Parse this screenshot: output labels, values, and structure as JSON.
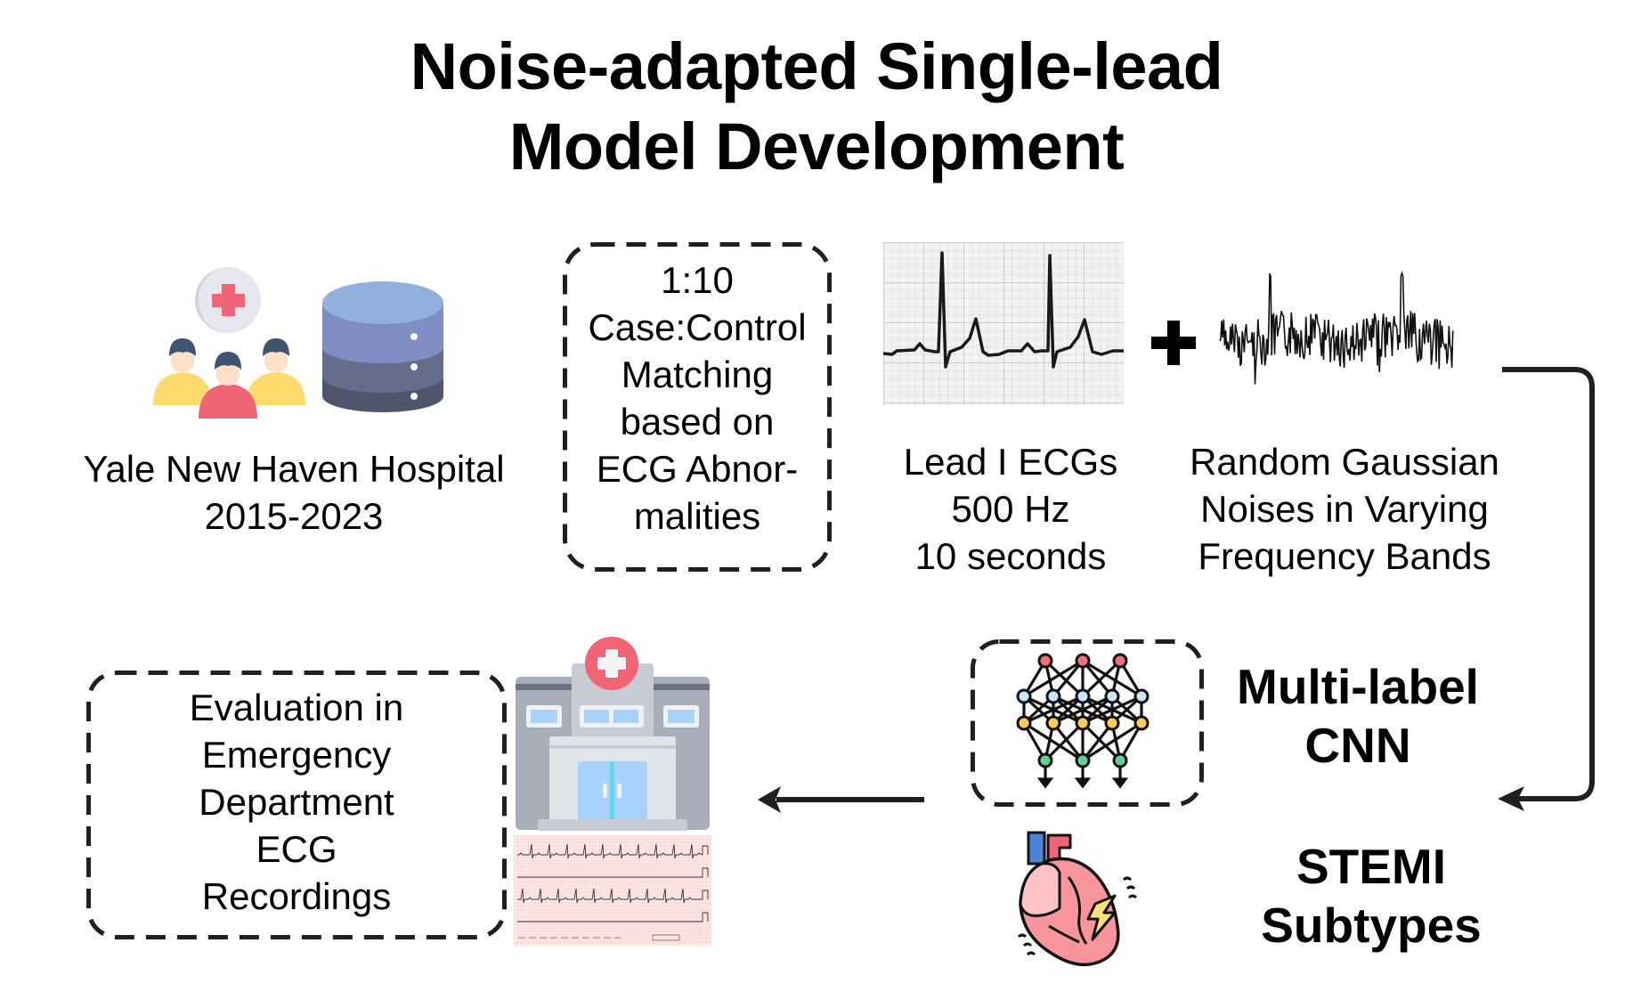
{
  "title": {
    "line1": "Noise-adapted Single-lead",
    "line2": "Model Development"
  },
  "data_source": {
    "icon": "patients-hospital-database-icon",
    "line1": "Yale New Haven Hospital",
    "line2": "2015-2023"
  },
  "matching_box": {
    "lines": [
      "1:10",
      "Case:Control",
      "Matching",
      "based on",
      "ECG Abnor-",
      "malities"
    ]
  },
  "ecg_input": {
    "icon": "single-lead-ecg-strip-icon",
    "lines": [
      "Lead I ECGs",
      "500 Hz",
      "10 seconds"
    ]
  },
  "plus_symbol": "+",
  "noise_input": {
    "icon": "gaussian-noise-waveform-icon",
    "lines": [
      "Random Gaussian",
      "Noises in Varying",
      "Frequency Bands"
    ]
  },
  "model": {
    "icon": "neural-network-icon",
    "line1": "Multi-label",
    "line2": "CNN"
  },
  "output": {
    "icon": "heart-attack-icon",
    "line1": "STEMI",
    "line2": "Subtypes"
  },
  "evaluation_box": {
    "icon": "hospital-building-icon",
    "ecg_icon": "twelve-lead-ecg-printout-icon",
    "lines": [
      "Evaluation in",
      "Emergency",
      "Department",
      "ECG",
      "Recordings"
    ]
  },
  "colors": {
    "ink": "#231f20",
    "red_accent": "#f06575",
    "nn_red": "#f2707e",
    "nn_blue": "#c9e8f7",
    "nn_yellow": "#fccc55",
    "nn_green": "#63cf96",
    "db_top": "#91b1dc",
    "db_mid1": "#7f8dc2",
    "db_mid2": "#646e8c",
    "db_bottom": "#4f566b",
    "person_yellow": "#ffda6c",
    "person_red": "#f06575",
    "hair": "#3f5470",
    "skin": "#fde0c8",
    "ecg_paper": "#fbe3e3",
    "ecg_grid": "#c8c8c8"
  }
}
